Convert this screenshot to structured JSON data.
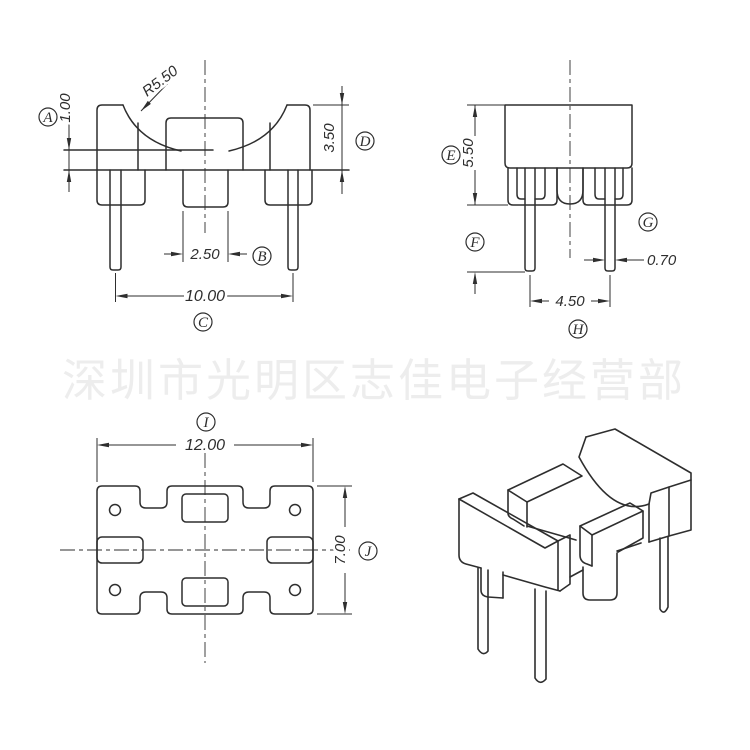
{
  "watermark": {
    "text": "深圳市光明区志佳电子经营部",
    "color": "#ededed"
  },
  "colors": {
    "line": "#2e2e2e",
    "background": "#ffffff"
  },
  "front_view": {
    "dim_radius": "R5.50",
    "dim_height_small": "1.00",
    "dim_height_flange": "3.50",
    "dim_center_width": "2.50",
    "dim_pin_span": "10.00",
    "ref_a": "A",
    "ref_b": "B",
    "ref_c": "C",
    "ref_d": "D"
  },
  "side_view": {
    "dim_body_height": "5.50",
    "dim_pin_width": "0.70",
    "dim_pin_span": "4.50",
    "ref_e": "E",
    "ref_f": "F",
    "ref_g": "G",
    "ref_h": "H"
  },
  "plan_view": {
    "dim_length": "12.00",
    "dim_width": "7.00",
    "ref_i": "I",
    "ref_j": "J"
  }
}
